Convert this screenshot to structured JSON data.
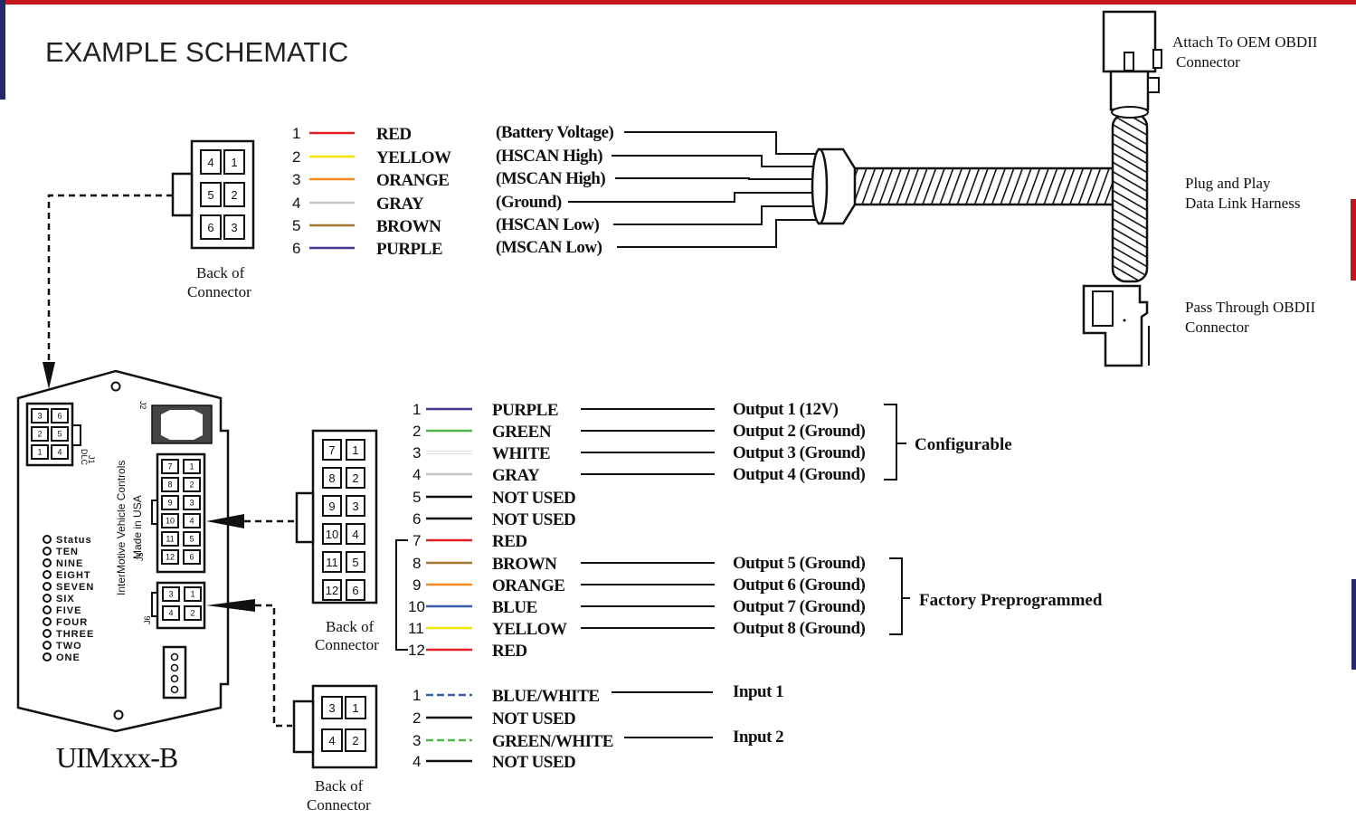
{
  "title": "EXAMPLE SCHEMATIC",
  "colors": {
    "frame": "#c4151c",
    "navy": "#232a6b",
    "RED": "#e41e26",
    "YELLOW": "#f5e600",
    "ORANGE": "#f5891f",
    "GRAY": "#c2c2c2",
    "BROWN": "#a4782e",
    "PURPLE": "#4a3491",
    "GREEN": "#50b848",
    "WHITE": "#ffffff",
    "BLUE": "#3a5fb0",
    "BLACK": "#111111"
  },
  "obd_connector": {
    "pins": [
      "4",
      "1",
      "5",
      "2",
      "6",
      "3"
    ],
    "label_line1": "Back of",
    "label_line2": "Connector",
    "wires": [
      {
        "num": "1",
        "color": "RED",
        "signal": "(Battery Voltage)"
      },
      {
        "num": "2",
        "color": "YELLOW",
        "signal": "(HSCAN High)"
      },
      {
        "num": "3",
        "color": "ORANGE",
        "signal": "(MSCAN High)"
      },
      {
        "num": "4",
        "color": "GRAY",
        "signal": "(Ground)"
      },
      {
        "num": "5",
        "color": "BROWN",
        "signal": "(HSCAN Low)"
      },
      {
        "num": "6",
        "color": "PURPLE",
        "signal": "(MSCAN Low)"
      }
    ]
  },
  "harness": {
    "oem_line1": "Attach To OEM OBDII",
    "oem_line2": "Connector",
    "plug_line1": "Plug and Play",
    "plug_line2": "Data Link Harness",
    "pass_line1": "Pass Through OBDII",
    "pass_line2": "Connector"
  },
  "module": {
    "model": "UIMxxx-B",
    "vertical_line1": "InterMotive Vehicle Controls",
    "vertical_line2": "Made in USA",
    "j1_label": "J1",
    "dlc_label": "DLC",
    "j2_label": "J2",
    "j5_label": "J5",
    "j6_label": "J6",
    "j1_pins": [
      "3",
      "6",
      "2",
      "5",
      "1",
      "4"
    ],
    "j5_pins": [
      "7",
      "1",
      "8",
      "2",
      "9",
      "3",
      "10",
      "4",
      "11",
      "5",
      "12",
      "6"
    ],
    "j6_pins": [
      "3",
      "1",
      "4",
      "2"
    ],
    "leds": [
      "Status",
      "TEN",
      "NINE",
      "EIGHT",
      "SEVEN",
      "SIX",
      "FIVE",
      "FOUR",
      "THREE",
      "TWO",
      "ONE"
    ]
  },
  "output_connector": {
    "pins": [
      "7",
      "1",
      "8",
      "2",
      "9",
      "3",
      "10",
      "4",
      "11",
      "5",
      "12",
      "6"
    ],
    "label_line1": "Back of",
    "label_line2": "Connector",
    "wires": [
      {
        "num": "1",
        "color": "PURPLE",
        "name": "PURPLE",
        "output": "Output 1 (12V)"
      },
      {
        "num": "2",
        "color": "GREEN",
        "name": "GREEN",
        "output": "Output 2 (Ground)"
      },
      {
        "num": "3",
        "color": "WHITE",
        "name": "WHITE",
        "output": "Output 3 (Ground)"
      },
      {
        "num": "4",
        "color": "GRAY",
        "name": "GRAY",
        "output": "Output 4 (Ground)"
      },
      {
        "num": "5",
        "color": "BLACK",
        "name": "NOT USED",
        "output": ""
      },
      {
        "num": "6",
        "color": "BLACK",
        "name": "NOT USED",
        "output": ""
      },
      {
        "num": "7",
        "color": "RED",
        "name": "RED",
        "output": ""
      },
      {
        "num": "8",
        "color": "BROWN",
        "name": "BROWN",
        "output": "Output 5 (Ground)"
      },
      {
        "num": "9",
        "color": "ORANGE",
        "name": "ORANGE",
        "output": "Output 6 (Ground)"
      },
      {
        "num": "10",
        "color": "BLUE",
        "name": "BLUE",
        "output": "Output 7 (Ground)"
      },
      {
        "num": "11",
        "color": "YELLOW",
        "name": "YELLOW",
        "output": "Output 8 (Ground)"
      },
      {
        "num": "12",
        "color": "RED",
        "name": "RED",
        "output": ""
      }
    ],
    "group_configurable": "Configurable",
    "group_factory": "Factory Preprogrammed"
  },
  "input_connector": {
    "pins": [
      "3",
      "1",
      "4",
      "2"
    ],
    "label_line1": "Back of",
    "label_line2": "Connector",
    "wires": [
      {
        "num": "1",
        "color": "BLUE",
        "dashed": true,
        "name": "BLUE/WHITE",
        "input": "Input 1"
      },
      {
        "num": "2",
        "color": "BLACK",
        "dashed": false,
        "name": "NOT USED",
        "input": ""
      },
      {
        "num": "3",
        "color": "GREEN",
        "dashed": true,
        "name": "GREEN/WHITE",
        "input": "Input 2"
      },
      {
        "num": "4",
        "color": "BLACK",
        "dashed": false,
        "name": "NOT USED",
        "input": ""
      }
    ]
  }
}
